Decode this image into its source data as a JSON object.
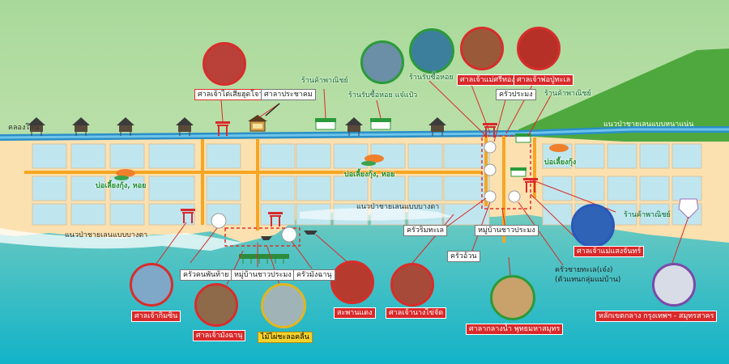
{
  "map": {
    "water_labels": {
      "canal": "คลองโคน",
      "beach_top_right": "แนวป่าชายเลนแบบหนาแน่น",
      "beach_bottom_left": "แนวป่าชายเลนแบบบางตา",
      "beach_center": "แนวป่าชายเลนแบบบางตา"
    },
    "ponds": {
      "left": "บ่อเลี้ยงกุ้ง, หอย",
      "center": "บ่อเลี้ยงกุ้ง, หอย",
      "right": "บ่อเลี้ยงกุ้ง"
    },
    "places": {
      "shrine_tai_sia": "ศาลเจ้าไต่เสียฮุดโจว",
      "community_hall": "ศาลาประชาคม",
      "shop_top": "ร้านค้าพาณิชย์",
      "shellfish_buyer_jaeo": "ร้านรับซื้อหอย แจ๋แป๋ว",
      "shellfish_buyer": "ร้านรับซื้อหอย",
      "shrine_mae_sri_thong": "ศาลเจ้าแม่ศรีทอง",
      "shrine_pho_pu_thale": "ศาลเจ้าพ่อปู่ทะเล",
      "kitchen_pramong_top": "ครัวประมง",
      "shop_right_top": "ร้านค้าพาณิชย์",
      "kitchen_rim_thale": "ครัวริมทะเล",
      "village_pramong": "หมู่บ้านชาวประมง",
      "kitchen_uan": "ครัวอ้วน",
      "shop_right_bottom": "ร้านค้าพาณิชย์",
      "shrine_mae_saeng_chan": "ศาลเจ้าแม่แสงจันทร์",
      "kitchen_chai_thale": "ครัวชายทะเล(เจ๋ง)",
      "housewife_group": "(ตัวแทนกลุ่มแม่บ้าน)",
      "kitchen_khon_phan_thai": "ครัวคนพันท้าย",
      "village_pramong_bottom": "หมู่บ้านชาวประมง",
      "kitchen_mangchanu": "ครัวมังฉานุ",
      "shrine_kim_sin": "ศาลเจ้ากิมซิน",
      "shrine_mangchanu": "ศาลเจ้ามังฉานุ",
      "mangrove_sticks": "ไม้ไผ่ชะลอคลื่น",
      "red_bridge": "สะพานแดง",
      "shrine_chao_fa": "ศาลเจ้านางไข่จัด",
      "sala_klang_nam": "ศาลากลางน้ำ พุทธมหาสมุทร",
      "boundary_marker": "หลักเขตกลาง กรุงเทพฯ - สมุทรสาคร"
    }
  },
  "colors": {
    "sea_top": "#a9d99a",
    "sea_bottom": "#1ab7c9",
    "land": "#fbe1b0",
    "pond": "#bfe6ef",
    "road": "#f6a623",
    "mangrove": "#4fa83d",
    "red_accent": "#d9292a"
  },
  "icons": [
    "hut-icon",
    "shrine-gate-icon",
    "pavilion-icon",
    "shop-icon",
    "fish-icon",
    "kitchen-plate-icon",
    "marker-pin-icon"
  ]
}
